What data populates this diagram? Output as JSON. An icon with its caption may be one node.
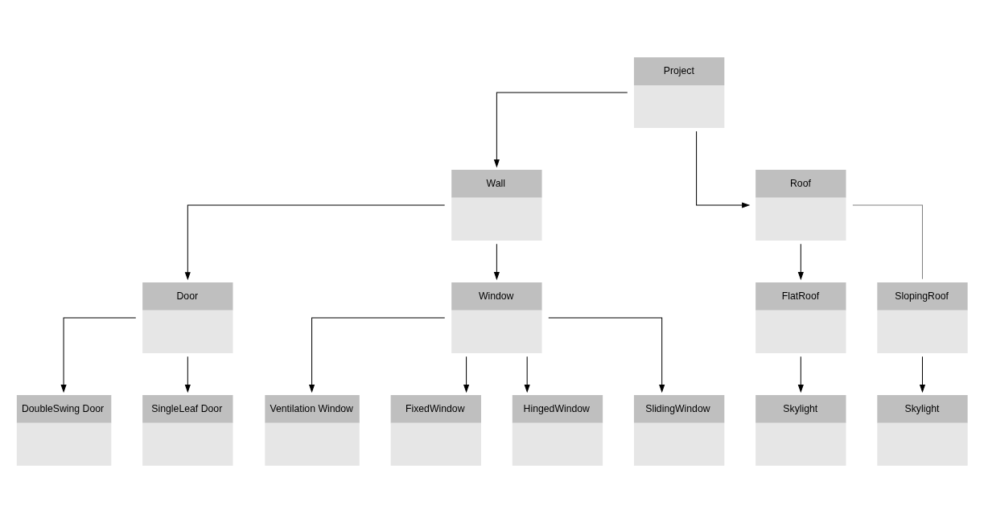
{
  "diagram": {
    "nodes": [
      {
        "text": [
          "Project"
        ]
      },
      {
        "text": [
          "Wall"
        ]
      },
      {
        "text": [
          "Roof"
        ]
      },
      {
        "text": [
          "Door"
        ]
      },
      {
        "text": [
          "Window"
        ]
      },
      {
        "text": [
          "FlatRoof"
        ]
      },
      {
        "text": [
          "SlopingRoof"
        ]
      },
      {
        "text": [
          "DoubleSwing Door"
        ]
      },
      {
        "text": [
          "SingleLeaf Door"
        ]
      },
      {
        "text": [
          "Ventilation Window"
        ]
      },
      {
        "text": [
          "FixedWindow"
        ]
      },
      {
        "text": [
          "HingedWindow"
        ]
      },
      {
        "text": [
          "SlidingWindow"
        ]
      },
      {
        "text": [
          "Skylight"
        ]
      },
      {
        "text": [
          "Skylight"
        ]
      }
    ],
    "edges": [
      {
        "from": 0,
        "to": 1,
        "arrow": "to"
      },
      {
        "from": 0,
        "to": 2,
        "arrow": "to"
      },
      {
        "from": 1,
        "to": 3,
        "arrow": "to"
      },
      {
        "from": 1,
        "to": 4,
        "arrow": "to"
      },
      {
        "from": 2,
        "to": 5,
        "arrow": "to"
      },
      {
        "from": 2,
        "to": 6,
        "arrow": "none",
        "color": "#808080"
      },
      {
        "from": 3,
        "to": 7,
        "arrow": "to"
      },
      {
        "from": 3,
        "to": 8,
        "arrow": "to"
      },
      {
        "from": 4,
        "to": 9,
        "arrow": "to"
      },
      {
        "from": 4,
        "to": 10,
        "arrow": "to"
      },
      {
        "from": 4,
        "to": 11,
        "arrow": "to"
      },
      {
        "from": 4,
        "to": 12,
        "arrow": "to"
      },
      {
        "from": 5,
        "to": 13,
        "arrow": "to"
      },
      {
        "from": 6,
        "to": 14,
        "arrow": "to"
      }
    ]
  }
}
